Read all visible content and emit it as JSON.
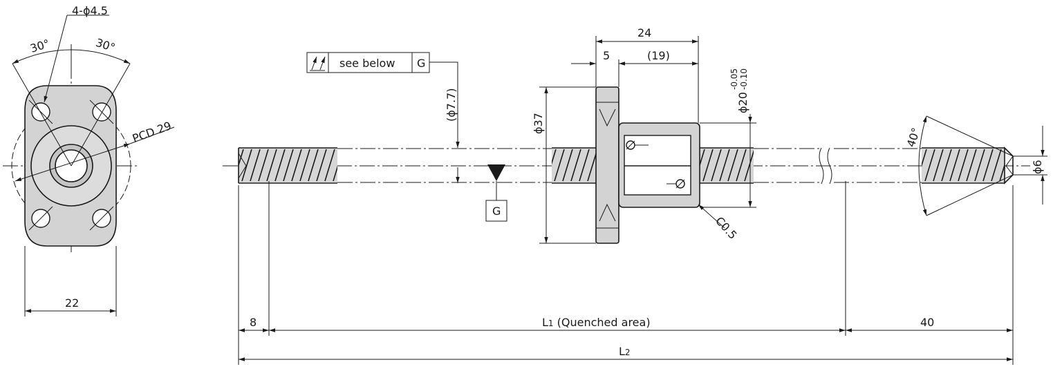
{
  "front_view": {
    "hole_callout": "4-ϕ4.5",
    "angle_left": "30°",
    "angle_right": "30°",
    "pcd": "PCD 29",
    "width": "22"
  },
  "side_view": {
    "runout_box": {
      "symbol": "circular-runout-icon",
      "text": "see below",
      "datum": "G"
    },
    "datum_label": "G",
    "shaft_dia": "(ϕ7.7)",
    "flange_dia": "ϕ37",
    "nut_dia": "ϕ20",
    "nut_tol_upper": "-0.05",
    "nut_tol_lower": "-0.10",
    "nut_length": "24",
    "flange_width": "5",
    "body_length": "(19)",
    "chamfer": "C0.5",
    "taper_angle": "40°",
    "tip_dia": "ϕ6",
    "dim_8": "8",
    "dim_l1_main": "L",
    "dim_l1_sub": "1",
    "dim_l1_text": " (Quenched area)",
    "dim_40": "40",
    "dim_l2_main": "L",
    "dim_l2_sub": "2"
  }
}
